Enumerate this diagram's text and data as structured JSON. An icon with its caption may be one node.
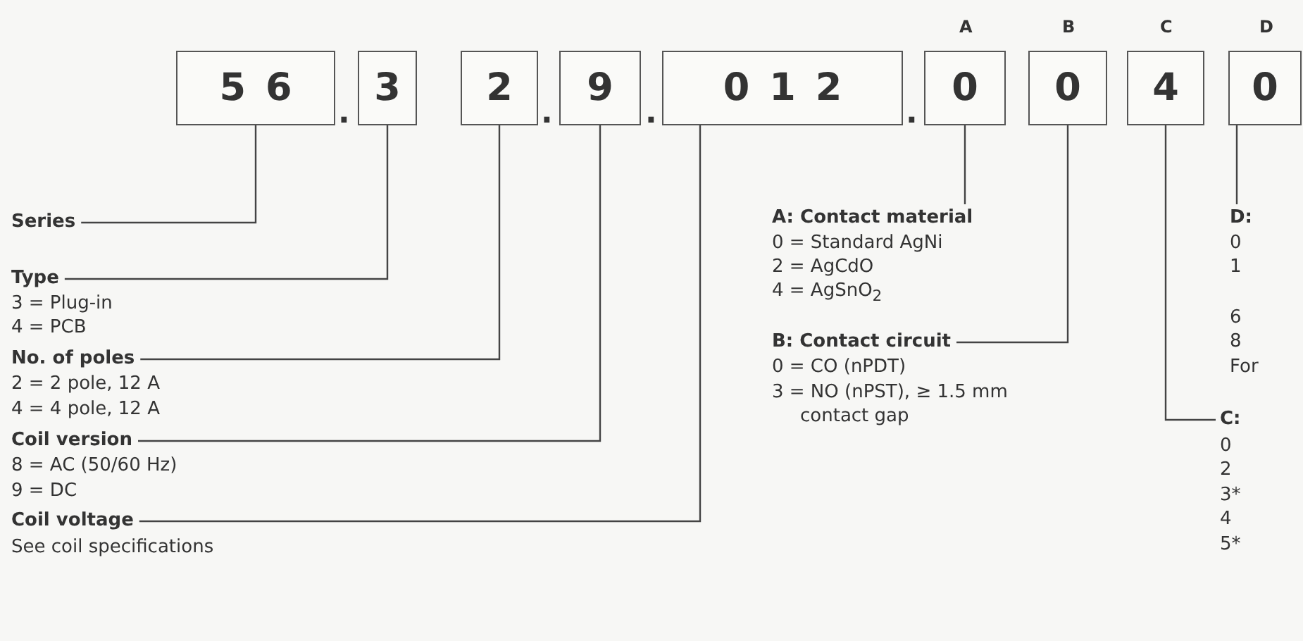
{
  "diagram": {
    "nodes": [
      {
        "text": [
          "56"
        ]
      },
      {
        "text": [
          "3"
        ]
      },
      {
        "text": [
          "2"
        ]
      },
      {
        "text": [
          "9"
        ]
      },
      {
        "text": [
          "012"
        ]
      },
      {
        "text": [
          "0"
        ],
        "beside": [
          "A"
        ]
      },
      {
        "text": [
          "0"
        ],
        "beside": [
          "B"
        ]
      },
      {
        "text": [
          "4"
        ],
        "beside": [
          "C"
        ]
      },
      {
        "text": [
          "0"
        ],
        "beside": [
          "D"
        ]
      },
      {
        "text": [
          "Series"
        ]
      },
      {
        "text": [
          "Type"
        ]
      },
      {
        "text": [
          "No. of poles"
        ]
      },
      {
        "text": [
          "Coil version"
        ]
      },
      {
        "text": [
          "Coil voltage"
        ]
      },
      {
        "text": [
          "A: Contact material"
        ]
      },
      {
        "text": [
          "B: Contact circuit"
        ]
      },
      {
        "text": [
          "D:"
        ]
      },
      {
        "text": [
          "C:"
        ]
      }
    ],
    "edges": [
      {
        "from": 0,
        "to": 9,
        "arrow": "none"
      },
      {
        "from": 1,
        "to": 10,
        "arrow": "none"
      },
      {
        "from": 2,
        "to": 11,
        "arrow": "none"
      },
      {
        "from": 3,
        "to": 12,
        "arrow": "none"
      },
      {
        "from": 4,
        "to": 13,
        "arrow": "none"
      },
      {
        "from": 5,
        "to": 14,
        "arrow": "none"
      },
      {
        "from": 6,
        "to": 15,
        "arrow": "none"
      },
      {
        "from": 7,
        "to": 17,
        "arrow": "none"
      },
      {
        "from": 8,
        "to": 16,
        "arrow": "none"
      }
    ],
    "labels": [
      ".",
      ".",
      ".",
      ".",
      "3 = Plug-in",
      "4 = PCB",
      "2 = 2 pole, 12 A",
      "4 = 4 pole, 12 A",
      "8 = AC (50/60 Hz)",
      "9 = DC",
      "See coil specifications",
      "0 = Standard AgNi",
      "2 = AgCdO",
      "4 = AgSnO$_{2}$",
      "0 = CO (nPDT)",
      "3 = NO (nPST), ≥ 1.5 mm",
      "contact gap",
      "0",
      "1",
      "6",
      "8",
      "For",
      "0",
      "2",
      "3*",
      "4",
      "5*"
    ]
  }
}
